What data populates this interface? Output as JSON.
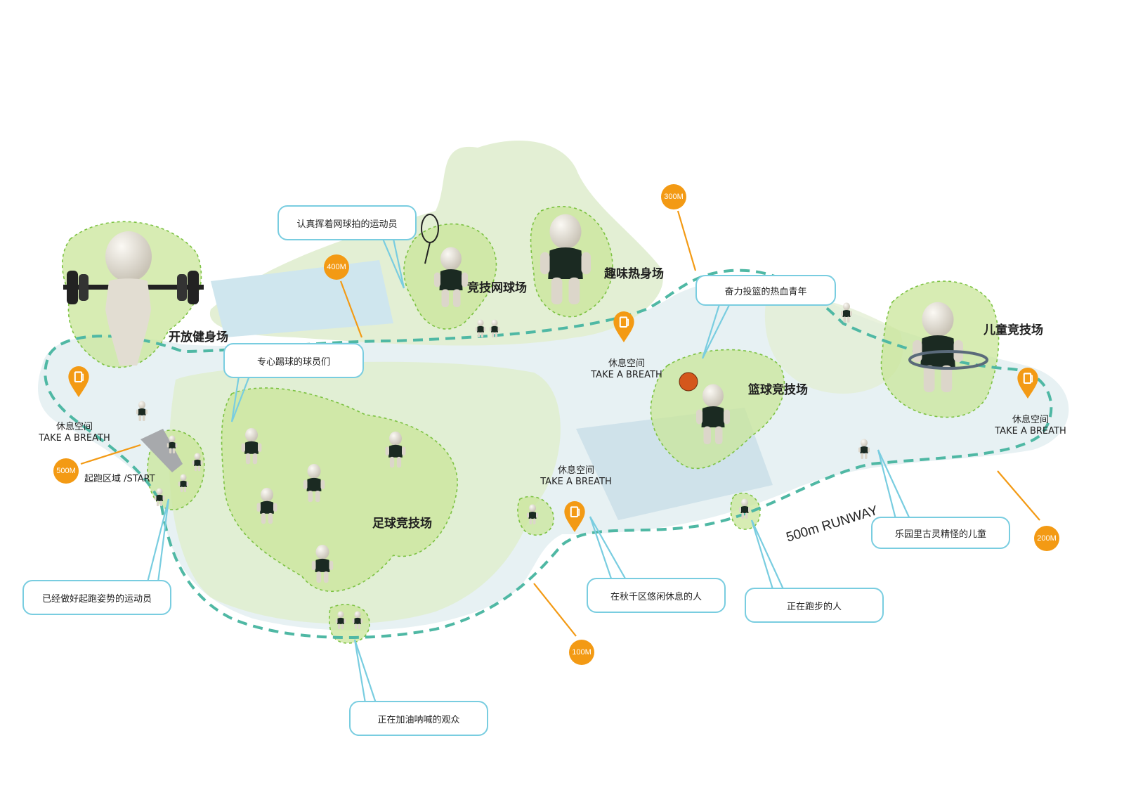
{
  "zones": [
    {
      "id": "fitness",
      "label": "开放健身场"
    },
    {
      "id": "tennis",
      "label": "竞技网球场"
    },
    {
      "id": "warmup",
      "label": "趣味热身场"
    },
    {
      "id": "basketball",
      "label": "篮球竞技场"
    },
    {
      "id": "kids",
      "label": "儿童竞技场"
    },
    {
      "id": "football",
      "label": "足球竞技场"
    }
  ],
  "callouts": [
    {
      "id": "tennis-player",
      "text": "认真挥着网球拍的运动员"
    },
    {
      "id": "footballers",
      "text": "专心踢球的球员们"
    },
    {
      "id": "basketball-youth",
      "text": "奋力投篮的热血青年"
    },
    {
      "id": "start-runner",
      "text": "已经做好起跑姿势的运动员"
    },
    {
      "id": "audience",
      "text": "正在加油呐喊的观众"
    },
    {
      "id": "swing-rest",
      "text": "在秋千区悠闲休息的人"
    },
    {
      "id": "jogger",
      "text": "正在跑步的人"
    },
    {
      "id": "kids-play",
      "text": "乐园里古灵精怪的儿童"
    }
  ],
  "distance_markers": [
    "100M",
    "200M",
    "300M",
    "400M",
    "500M"
  ],
  "rest_area": {
    "cn": "休息空间",
    "en": "TAKE A BREATH"
  },
  "start_label": "起跑区域 /START",
  "runway_label": "500m RUNWAY",
  "colors": {
    "accent_orange": "#f39a14",
    "callout_border": "#79cde0",
    "track_dash": "#4fb8a4",
    "green_zone": "#c9e59a",
    "zone_outline": "#7cc242",
    "path_fill": "#e6f1f3",
    "figure_shirt": "#1b2a22",
    "figure_skin": "#e2ddd2"
  },
  "icons": [
    "rest-pin-icon",
    "barbell-icon",
    "badminton-racket-icon",
    "basketball-icon",
    "hula-hoop-icon",
    "person-figure-icon"
  ]
}
